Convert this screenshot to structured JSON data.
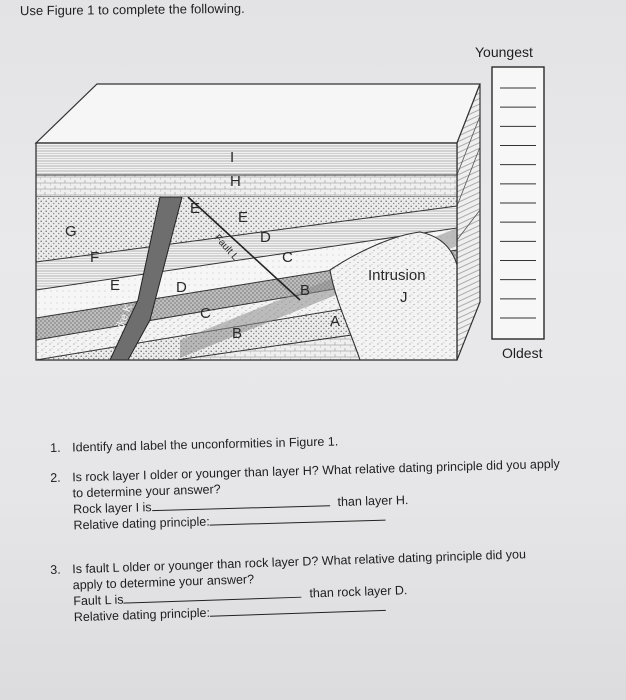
{
  "instruction": "Use Figure 1 to complete the following.",
  "figure": {
    "scale_top_label": "Youngest",
    "scale_bottom_label": "Oldest",
    "scale_slots": 13,
    "labels": {
      "I": "I",
      "H": "H",
      "G": "G",
      "F": "F",
      "E": "E",
      "D": "D",
      "C": "C",
      "B": "B",
      "A": "A",
      "J": "J",
      "intrusion": "Intrusion",
      "dike": "Dike K",
      "fault": "Fault L"
    }
  },
  "questions": [
    {
      "number": "1.",
      "text": "Identify and label the unconformities in Figure 1."
    },
    {
      "number": "2.",
      "line1": "Is rock layer I older or younger than layer H? What relative dating principle did you apply",
      "line2": "to determine your answer?",
      "answer_prefix": "Rock layer I is",
      "answer_suffix": "than layer H.",
      "principle_label": "Relative dating principle:"
    },
    {
      "number": "3.",
      "line1": "Is fault L older or younger than rock layer D? What relative dating principle did you",
      "line2": "apply to determine your answer?",
      "answer_prefix": "Fault L is",
      "answer_suffix": "than rock layer D.",
      "principle_label": "Relative dating principle:"
    }
  ]
}
